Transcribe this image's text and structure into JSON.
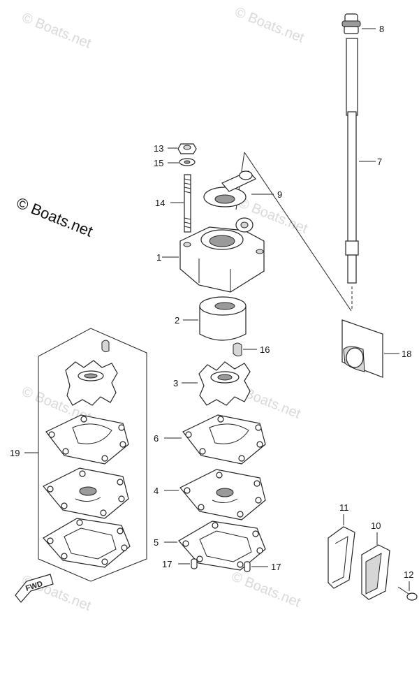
{
  "watermark": "© Boats.net",
  "copyright": "© Boats.net",
  "fwd_label": "FWD",
  "callouts": {
    "p1": "1",
    "p2": "2",
    "p3": "3",
    "p4": "4",
    "p5": "5",
    "p6": "6",
    "p7": "7",
    "p8": "8",
    "p9": "9",
    "p10": "10",
    "p11": "11",
    "p12": "12",
    "p13": "13",
    "p14": "14",
    "p15": "15",
    "p16": "16",
    "p17a": "17",
    "p17b": "17",
    "p18": "18",
    "p19": "19"
  }
}
